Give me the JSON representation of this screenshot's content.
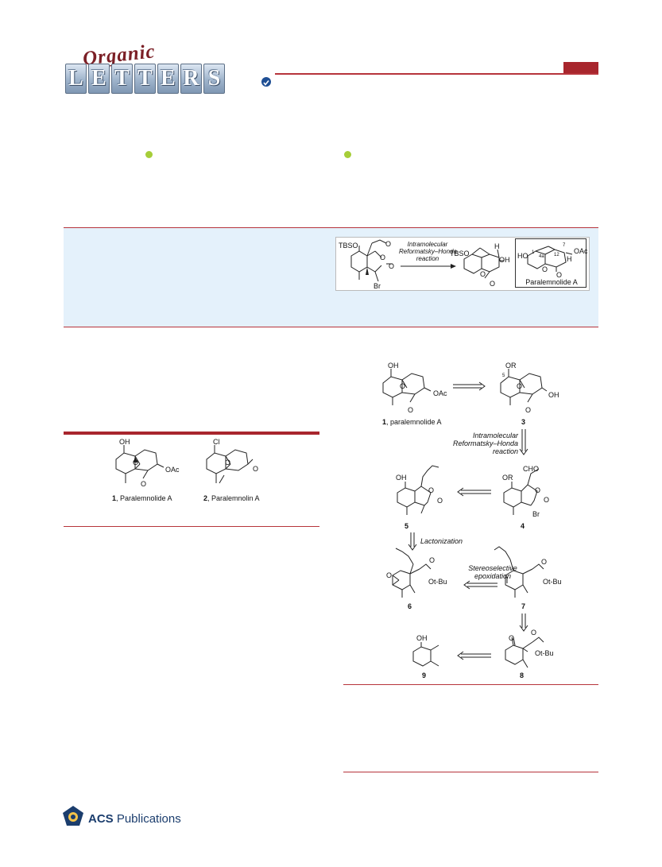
{
  "journal": {
    "script_word": "Organic",
    "tile_letters": [
      "L",
      "E",
      "T",
      "T",
      "E",
      "R",
      "S"
    ]
  },
  "toc_graphic": {
    "reactant_label": "TBSO",
    "reactant_o1": "O",
    "reactant_o2": "O",
    "reactant_o3": "O",
    "reactant_br": "Br",
    "arrow_text_1": "Intramolecular",
    "arrow_text_2": "Reformatsky–Honda",
    "arrow_text_3": "reaction",
    "product_tbso": "TBSO",
    "product_h": "H",
    "product_oh": "OH",
    "product_o1": "O",
    "product_o2": "O",
    "target_ho": "HO",
    "target_oac": "OAc",
    "target_h": "H",
    "target_o1": "O",
    "target_o2": "O",
    "target_num_1": "1",
    "target_num_4a": "4a",
    "target_num_7": "7",
    "target_num_12": "12",
    "target_name": "Paralemnolide A"
  },
  "figure1": {
    "c1": {
      "oh": "OH",
      "o": "O",
      "oac": "OAc",
      "ketone_o": "O",
      "num": "1",
      "name": ", Paralemnolide A"
    },
    "c2": {
      "cl": "Cl",
      "o": "O",
      "ketone_o": "O",
      "num": "2",
      "name": ", Paralemnolin A"
    }
  },
  "scheme": {
    "c1": {
      "oh": "OH",
      "o": "O",
      "oac": "OAc",
      "ketone_o": "O",
      "num": "1",
      "name": ", paralemnolide A"
    },
    "c3": {
      "or": "OR",
      "o": "O",
      "oh": "OH",
      "ketone_o": "O",
      "num5": "5",
      "num": "3"
    },
    "step_1a": "Intramolecular",
    "step_1b": "Reformatsky–Honda",
    "step_1c": "reaction",
    "c4": {
      "cho": "CHO",
      "or": "OR",
      "o": "O",
      "ketone_o": "O",
      "br": "Br",
      "num": "4"
    },
    "c5": {
      "oh": "OH",
      "o": "O",
      "ketone_o": "O",
      "num": "5"
    },
    "step_2": "Lactonization",
    "c6": {
      "o": "O",
      "ester_o": "O",
      "otbu": "Ot-Bu",
      "num": "6"
    },
    "step_3a": "Stereoselective",
    "step_3b": "epoxidation",
    "c7": {
      "ester_o": "O",
      "otbu": "Ot-Bu",
      "num": "7"
    },
    "c8": {
      "ketone_o": "O",
      "ester_o": "O",
      "otbu": "Ot-Bu",
      "num": "8"
    },
    "c9": {
      "oh": "OH",
      "num": "9"
    }
  },
  "footer": {
    "publisher": "ACS",
    "publisher_suffix": " Publications"
  }
}
